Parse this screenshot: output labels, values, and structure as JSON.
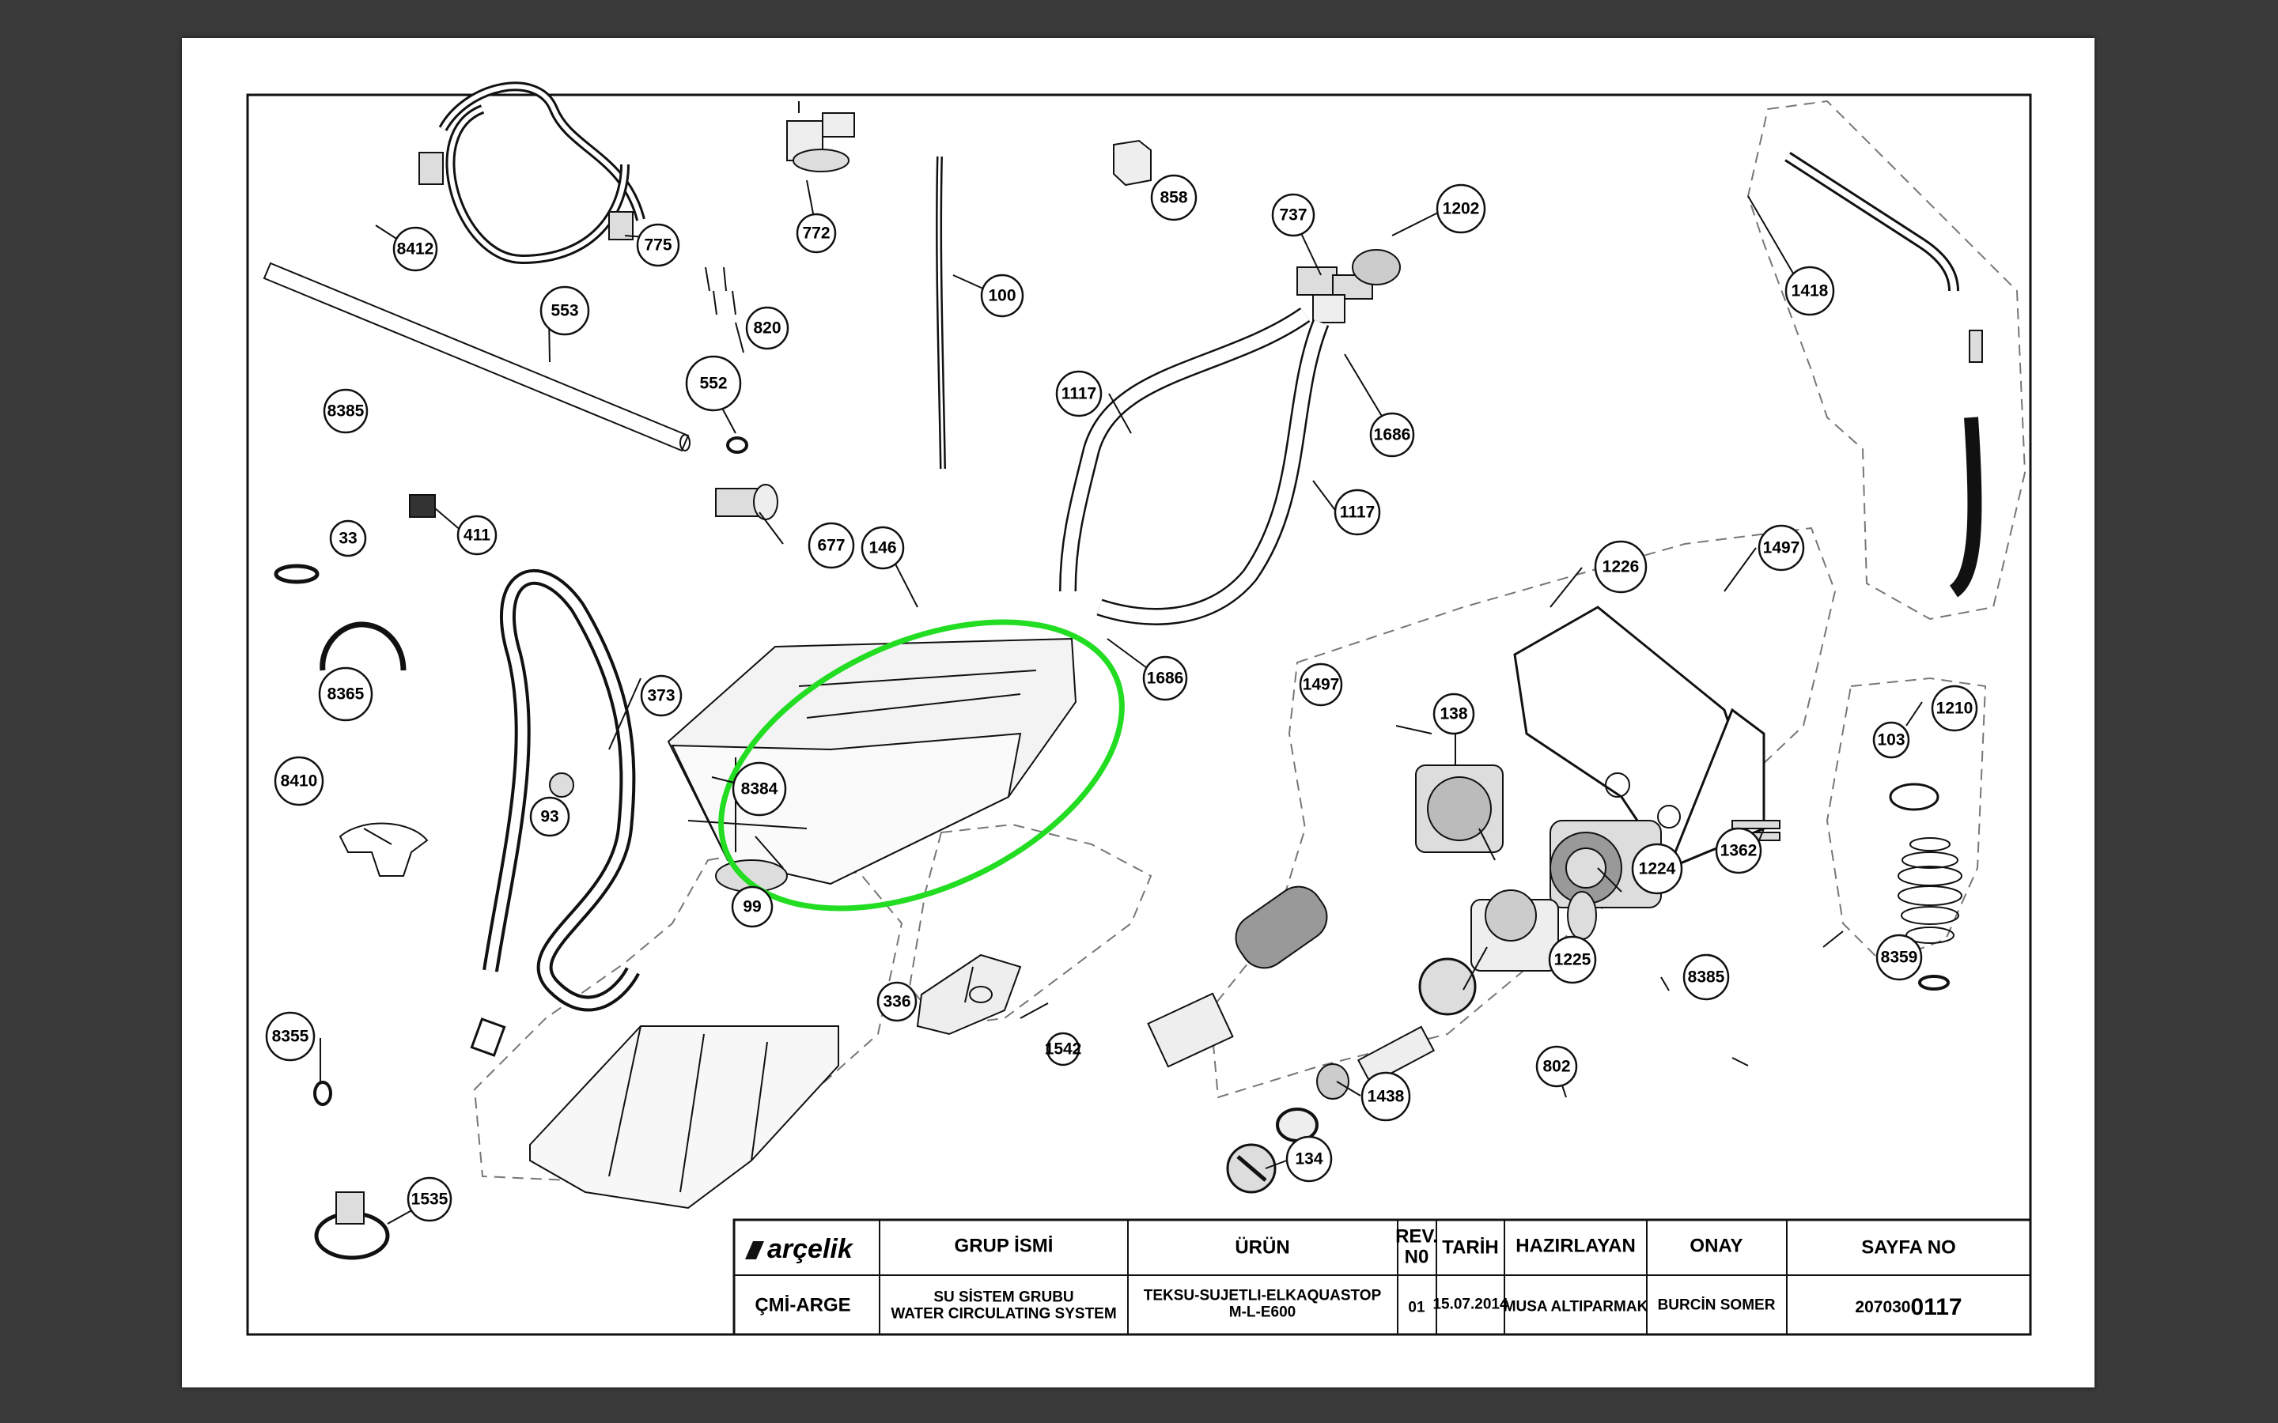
{
  "callouts": [
    {
      "id": "8412",
      "label": "8412"
    },
    {
      "id": "775",
      "label": "775"
    },
    {
      "id": "772",
      "label": "772"
    },
    {
      "id": "100",
      "label": "100"
    },
    {
      "id": "858",
      "label": "858"
    },
    {
      "id": "737",
      "label": "737"
    },
    {
      "id": "1202",
      "label": "1202"
    },
    {
      "id": "1418",
      "label": "1418"
    },
    {
      "id": "553",
      "label": "553"
    },
    {
      "id": "820",
      "label": "820"
    },
    {
      "id": "552",
      "label": "552"
    },
    {
      "id": "8385a",
      "label": "8385"
    },
    {
      "id": "1117a",
      "label": "1117"
    },
    {
      "id": "1686a",
      "label": "1686"
    },
    {
      "id": "1117b",
      "label": "1117"
    },
    {
      "id": "411",
      "label": "411"
    },
    {
      "id": "677",
      "label": "677"
    },
    {
      "id": "33",
      "label": "33"
    },
    {
      "id": "146",
      "label": "146"
    },
    {
      "id": "1226",
      "label": "1226"
    },
    {
      "id": "1497a",
      "label": "1497"
    },
    {
      "id": "8365",
      "label": "8365"
    },
    {
      "id": "1686b",
      "label": "1686"
    },
    {
      "id": "373",
      "label": "373"
    },
    {
      "id": "138",
      "label": "138"
    },
    {
      "id": "1497b",
      "label": "1497"
    },
    {
      "id": "1210",
      "label": "1210"
    },
    {
      "id": "103",
      "label": "103"
    },
    {
      "id": "8410",
      "label": "8410"
    },
    {
      "id": "8384",
      "label": "8384"
    },
    {
      "id": "93",
      "label": "93"
    },
    {
      "id": "1362",
      "label": "1362"
    },
    {
      "id": "1224",
      "label": "1224"
    },
    {
      "id": "99",
      "label": "99"
    },
    {
      "id": "1225",
      "label": "1225"
    },
    {
      "id": "8359",
      "label": "8359"
    },
    {
      "id": "336",
      "label": "336"
    },
    {
      "id": "8385b",
      "label": "8385"
    },
    {
      "id": "8355",
      "label": "8355"
    },
    {
      "id": "1542",
      "label": "1542"
    },
    {
      "id": "802",
      "label": "802"
    },
    {
      "id": "1438",
      "label": "1438"
    },
    {
      "id": "134",
      "label": "134"
    },
    {
      "id": "1535",
      "label": "1535"
    }
  ],
  "title_block": {
    "brand": "arçelik",
    "grup_ismi_header": "GRUP İSMİ",
    "urun_header": "ÜRÜN",
    "rev_header_line1": "REV.",
    "rev_header_line2": "N0",
    "tarih_header": "TARİH",
    "hazirlayan_header": "HAZIRLAYAN",
    "onay_header": "ONAY",
    "sayfa_header": "SAYFA NO",
    "department": "ÇMİ-ARGE",
    "grup_line1": "SU SİSTEM GRUBU",
    "grup_line2": "WATER CIRCULATING SYSTEM",
    "urun_line1": "TEKSU-SUJETLI-ELKAQUASTOP",
    "urun_line2": "M-L-E600",
    "rev": "01",
    "tarih": "15.07.2014",
    "hazirlayan": "MUSA ALTIPARMAK",
    "onay": "BURCİN SOMER",
    "sayfa_prefix": "207030",
    "sayfa_suffix": "0117"
  },
  "colors": {
    "highlight": "#22dd22",
    "line": "#111111",
    "viewer_bg": "#3a3a3a"
  }
}
